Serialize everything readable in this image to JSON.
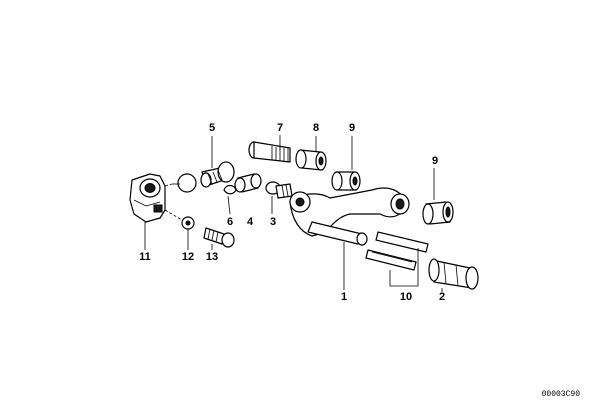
{
  "callouts": {
    "c1": "1",
    "c2": "2",
    "c3": "3",
    "c4": "4",
    "c5": "5",
    "c6": "6",
    "c7": "7",
    "c8": "8",
    "c9a": "9",
    "c9b": "9",
    "c10": "10",
    "c11": "11",
    "c12": "12",
    "c13": "13"
  },
  "diagram_code": "00003C90"
}
